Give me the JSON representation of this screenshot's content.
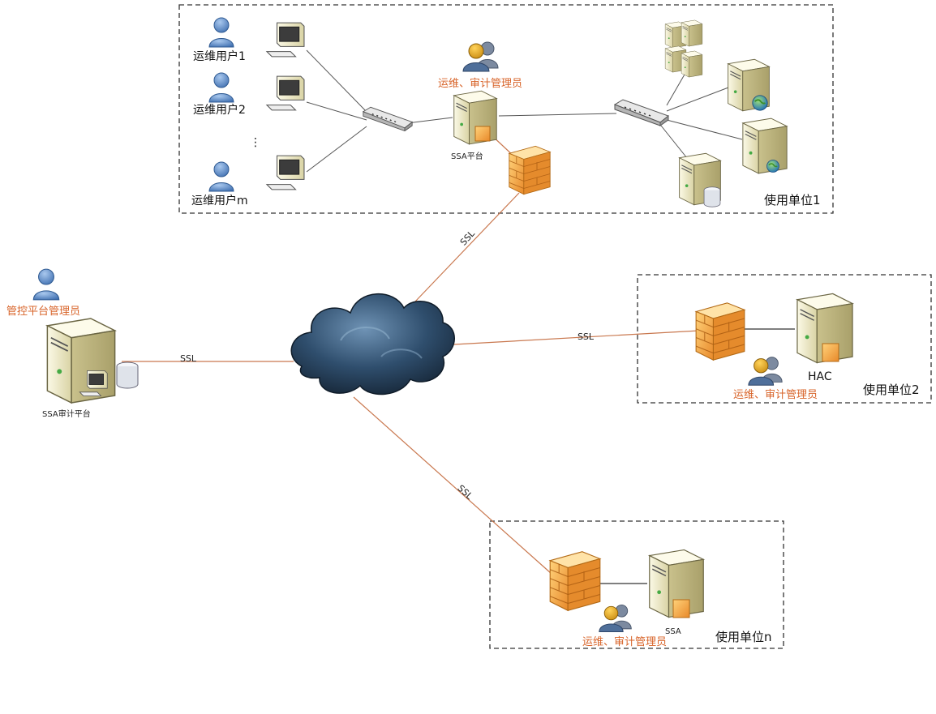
{
  "colors": {
    "frame": "#333333",
    "link_orange": "#c9784f",
    "link_gray": "#555555",
    "server_body": "#f1edc8",
    "firewall": "#f0a542",
    "cloud": "#2e4a66",
    "user_blue": "#5b8bc8",
    "admin_text": "#d8642a"
  },
  "unit1": {
    "users": [
      "运维用户1",
      "运维用户2",
      "运维用户m"
    ],
    "ellipsis": "⋮",
    "admin_label": "运维、审计管理员",
    "platform_label": "SSA平台",
    "unit_label": "使用单位1"
  },
  "unit2": {
    "admin_label": "运维、审计管理员",
    "device_label": "HAC",
    "unit_label": "使用单位2"
  },
  "unitn": {
    "admin_label": "运维、审计管理员",
    "device_label": "SSA",
    "unit_label": "使用单位n"
  },
  "control": {
    "admin_label": "管控平台管理员",
    "platform_label": "SSA审计平台"
  },
  "links": {
    "ssl_unit1": "SSL",
    "ssl_control": "SSL",
    "ssl_unit2": "SSL",
    "ssl_unitn": "SSL"
  },
  "icons": {
    "user": "user-icon",
    "admin_group": "admin-group-icon",
    "workstation": "workstation-icon",
    "switch": "switch-icon",
    "server": "server-icon",
    "firewall": "firewall-icon",
    "cloud": "internet-cloud-icon",
    "database": "database-icon"
  }
}
